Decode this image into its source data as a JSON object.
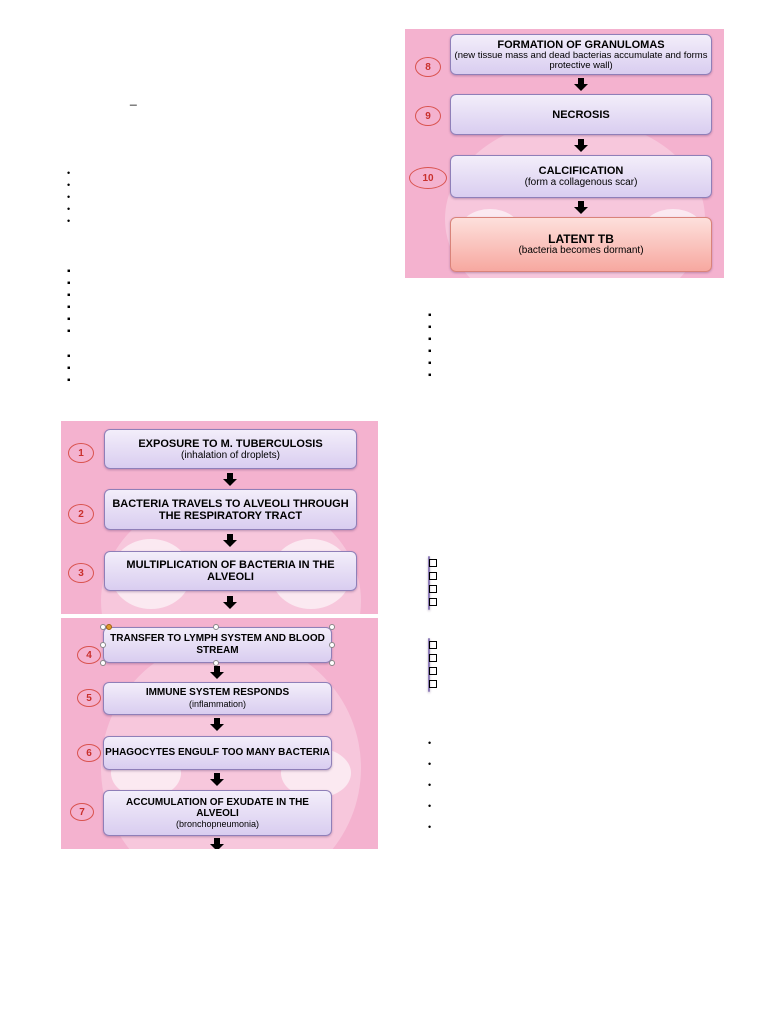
{
  "dash": "_",
  "left_bullets_a": [
    "",
    "",
    "",
    "",
    ""
  ],
  "left_bullets_b": [
    "",
    "",
    "",
    "",
    "",
    ""
  ],
  "left_bullets_c": [
    "",
    "",
    ""
  ],
  "right_bullets_a": [
    "",
    "",
    "",
    "",
    "",
    ""
  ],
  "right_boxes_a": [
    "",
    "",
    "",
    ""
  ],
  "right_boxes_b": [
    "",
    "",
    "",
    ""
  ],
  "right_dots": [
    "",
    "",
    "",
    "",
    ""
  ],
  "flow_top_right": [
    {
      "num": "8",
      "title": "FORMATION OF GRANULOMAS",
      "sub": "(new tissue mass and dead bacterias accumulate and forms protective wall)"
    },
    {
      "num": "9",
      "title": "NECROSIS",
      "sub": ""
    },
    {
      "num": "10",
      "title": "CALCIFICATION",
      "sub": "(form a collagenous scar)"
    },
    {
      "num": "",
      "title": "LATENT TB",
      "sub": "(bacteria becomes dormant)"
    }
  ],
  "flow_left_1": [
    {
      "num": "1",
      "title": "EXPOSURE TO M. TUBERCULOSIS",
      "sub": "(inhalation of droplets)"
    },
    {
      "num": "2",
      "title": "BACTERIA TRAVELS TO ALVEOLI THROUGH  THE RESPIRATORY TRACT",
      "sub": ""
    },
    {
      "num": "3",
      "title": "MULTIPLICATION OF BACTERIA IN THE ALVEOLI",
      "sub": ""
    }
  ],
  "flow_left_2": [
    {
      "num": "4",
      "title": "TRANSFER TO LYMPH SYSTEM AND BLOOD STREAM",
      "sub": ""
    },
    {
      "num": "5",
      "title": "IMMUNE SYSTEM RESPONDS",
      "sub": "(inflammation)"
    },
    {
      "num": "6",
      "title": "PHAGOCYTES ENGULF TOO MANY BACTERIA",
      "sub": ""
    },
    {
      "num": "7",
      "title": "ACCUMULATION OF EXUDATE IN THE ALVEOLI",
      "sub": "(bronchopneumonia)"
    }
  ]
}
